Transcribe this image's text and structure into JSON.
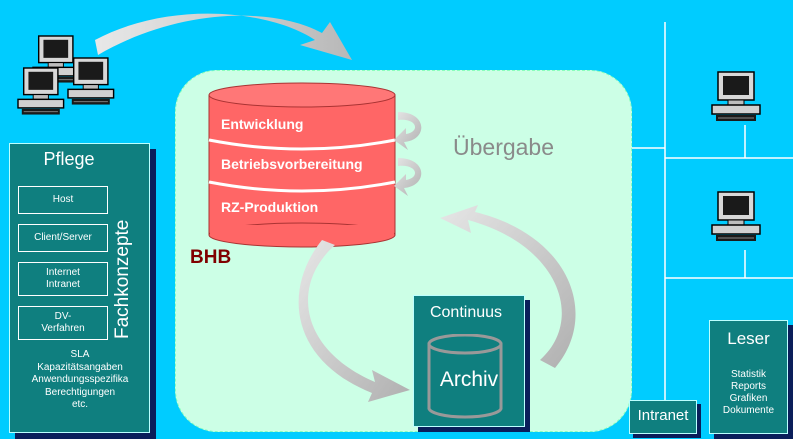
{
  "pflege": {
    "title": "Pflege",
    "vertical_label": "Fachkonzepte",
    "items": [
      "Host",
      "Client/Server",
      "Internet Intranet",
      "DV-Verfahren"
    ],
    "item_lines": [
      [
        "Host"
      ],
      [
        "Client/Server"
      ],
      [
        "Internet",
        "Intranet"
      ],
      [
        "DV-",
        "Verfahren"
      ]
    ],
    "details": [
      "SLA",
      "Kapazitätsangaben",
      "Anwendungsspezifika",
      "Berechtigungen",
      "etc."
    ]
  },
  "bhb": {
    "label": "BHB",
    "stages": [
      "Entwicklung",
      "Betriebsvorbereitung",
      "RZ-Produktion"
    ],
    "handover_label": "Übergabe"
  },
  "continuus": {
    "title": "Continuus",
    "archive_label": "Archiv"
  },
  "leser": {
    "title": "Leser",
    "items": [
      "Statistik",
      "Reports",
      "Grafiken",
      "Dokumente"
    ]
  },
  "intranet": {
    "label": "Intranet"
  },
  "icons": [
    "computer-icon",
    "computer-icon",
    "computer-icon",
    "computer-icon",
    "computer-icon",
    "computer-icon"
  ],
  "colors": {
    "background": "#00ccff",
    "panel": "#0f7f7f",
    "bubble": "#ccffe6",
    "cylinder": "#ff6666",
    "bhb_text": "#800000",
    "arrow": "#c8c8c8"
  }
}
